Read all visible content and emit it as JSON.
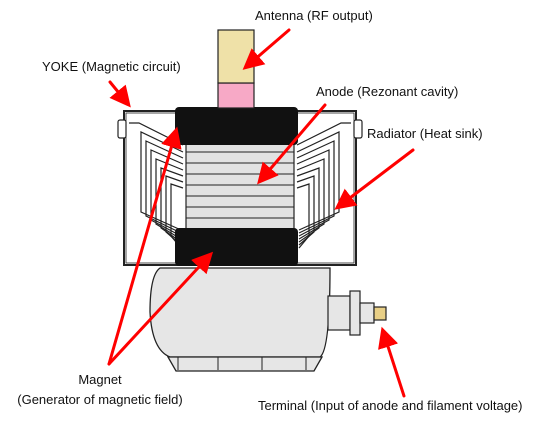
{
  "labels": {
    "antenna": "Antenna (RF output)",
    "yoke": "YOKE (Magnetic circuit)",
    "anode": "Anode (Rezonant cavity)",
    "radiator": "Radiator (Heat sink)",
    "magnet_line1": "Magnet",
    "magnet_line2": "(Generator of magnetic field)",
    "terminal": "Terminal (Input of anode and filament voltage)"
  },
  "colors": {
    "arrow": "#ff0000",
    "antenna_tip": "#efe1a8",
    "antenna_base": "#f7a9c6",
    "magnet": "#111111",
    "cavity": "#e2e2e2",
    "housing": "#e6e6e6",
    "terminal_tip": "#e8cf86",
    "outline": "#222222"
  }
}
